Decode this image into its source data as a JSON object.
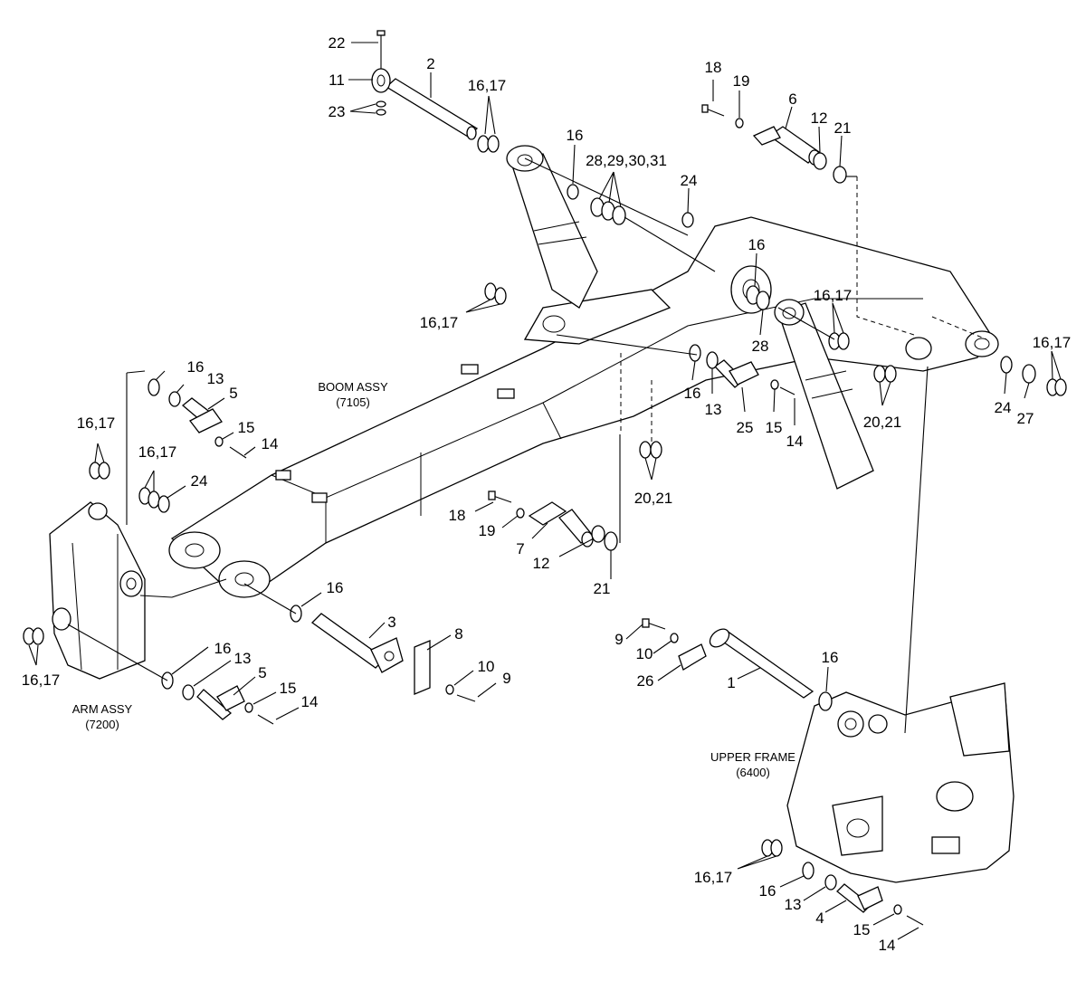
{
  "assemblies": {
    "boom": {
      "name": "BOOM ASSY",
      "code": "(7105)"
    },
    "arm": {
      "name": "ARM ASSY",
      "code": "(7200)"
    },
    "upper_frame": {
      "name": "UPPER FRAME",
      "code": "(6400)"
    }
  },
  "callouts": [
    {
      "id": "c22",
      "text": "22"
    },
    {
      "id": "c11",
      "text": "11"
    },
    {
      "id": "c23",
      "text": "23"
    },
    {
      "id": "c2",
      "text": "2"
    },
    {
      "id": "c16_17_a",
      "text": "16,17"
    },
    {
      "id": "c16_a",
      "text": "16"
    },
    {
      "id": "c28_31",
      "text": "28,29,30,31"
    },
    {
      "id": "c24_a",
      "text": "24"
    },
    {
      "id": "c18_a",
      "text": "18"
    },
    {
      "id": "c19_a",
      "text": "19"
    },
    {
      "id": "c6",
      "text": "6"
    },
    {
      "id": "c12_a",
      "text": "12"
    },
    {
      "id": "c21_a",
      "text": "21"
    },
    {
      "id": "c16_b",
      "text": "16"
    },
    {
      "id": "c28",
      "text": "28"
    },
    {
      "id": "c16_17_b",
      "text": "16,17"
    },
    {
      "id": "c16_17_c",
      "text": "16,17"
    },
    {
      "id": "c24_b",
      "text": "24"
    },
    {
      "id": "c27",
      "text": "27"
    },
    {
      "id": "c20_21_a",
      "text": "20,21"
    },
    {
      "id": "c16_17_d",
      "text": "16,17"
    },
    {
      "id": "c16_c",
      "text": "16"
    },
    {
      "id": "c13_a",
      "text": "13"
    },
    {
      "id": "c25",
      "text": "25"
    },
    {
      "id": "c15_a",
      "text": "15"
    },
    {
      "id": "c14_a",
      "text": "14"
    },
    {
      "id": "c20_21_b",
      "text": "20,21"
    },
    {
      "id": "c16_d",
      "text": "16"
    },
    {
      "id": "c13_b",
      "text": "13"
    },
    {
      "id": "c5_a",
      "text": "5"
    },
    {
      "id": "c15_b",
      "text": "15"
    },
    {
      "id": "c14_b",
      "text": "14"
    },
    {
      "id": "c16_17_e",
      "text": "16,17"
    },
    {
      "id": "c16_17_f",
      "text": "16,17"
    },
    {
      "id": "c24_c",
      "text": "24"
    },
    {
      "id": "c18_b",
      "text": "18"
    },
    {
      "id": "c19_b",
      "text": "19"
    },
    {
      "id": "c7",
      "text": "7"
    },
    {
      "id": "c12_b",
      "text": "12"
    },
    {
      "id": "c21_b",
      "text": "21"
    },
    {
      "id": "c16_e",
      "text": "16"
    },
    {
      "id": "c3",
      "text": "3"
    },
    {
      "id": "c8",
      "text": "8"
    },
    {
      "id": "c10_a",
      "text": "10"
    },
    {
      "id": "c9_a",
      "text": "9"
    },
    {
      "id": "c16_f",
      "text": "16"
    },
    {
      "id": "c13_c",
      "text": "13"
    },
    {
      "id": "c5_b",
      "text": "5"
    },
    {
      "id": "c15_c",
      "text": "15"
    },
    {
      "id": "c14_c",
      "text": "14"
    },
    {
      "id": "c16_17_g",
      "text": "16,17"
    },
    {
      "id": "c9_b",
      "text": "9"
    },
    {
      "id": "c10_b",
      "text": "10"
    },
    {
      "id": "c26",
      "text": "26"
    },
    {
      "id": "c1",
      "text": "1"
    },
    {
      "id": "c16_g",
      "text": "16"
    },
    {
      "id": "c16_17_h",
      "text": "16,17"
    },
    {
      "id": "c16_h",
      "text": "16"
    },
    {
      "id": "c13_d",
      "text": "13"
    },
    {
      "id": "c4",
      "text": "4"
    },
    {
      "id": "c15_d",
      "text": "15"
    },
    {
      "id": "c14_d",
      "text": "14"
    }
  ]
}
